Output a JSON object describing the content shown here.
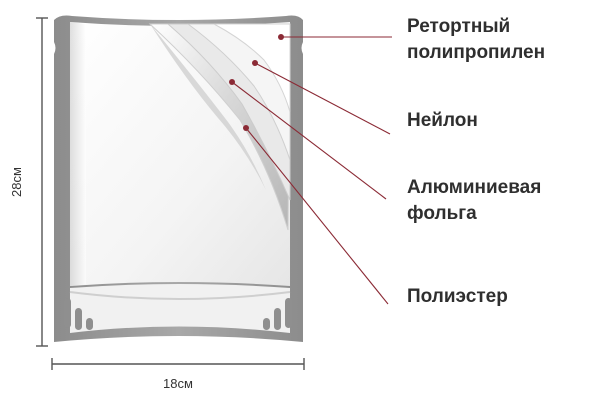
{
  "dimensions": {
    "height_label": "28см",
    "width_label": "18см"
  },
  "layers": [
    {
      "line1": "Ретортный",
      "line2": "полипропилен"
    },
    {
      "line1": "Нейлон",
      "line2": ""
    },
    {
      "line1": "Алюминиевая",
      "line2": "фольга"
    },
    {
      "line1": "Полиэстер",
      "line2": ""
    }
  ],
  "colors": {
    "pouch_frame": "#9a9a9a",
    "pouch_inner": "#ffffff",
    "leader_line": "#8b2a35",
    "label_text": "#2f2f2f",
    "dimension_line": "#555555"
  }
}
